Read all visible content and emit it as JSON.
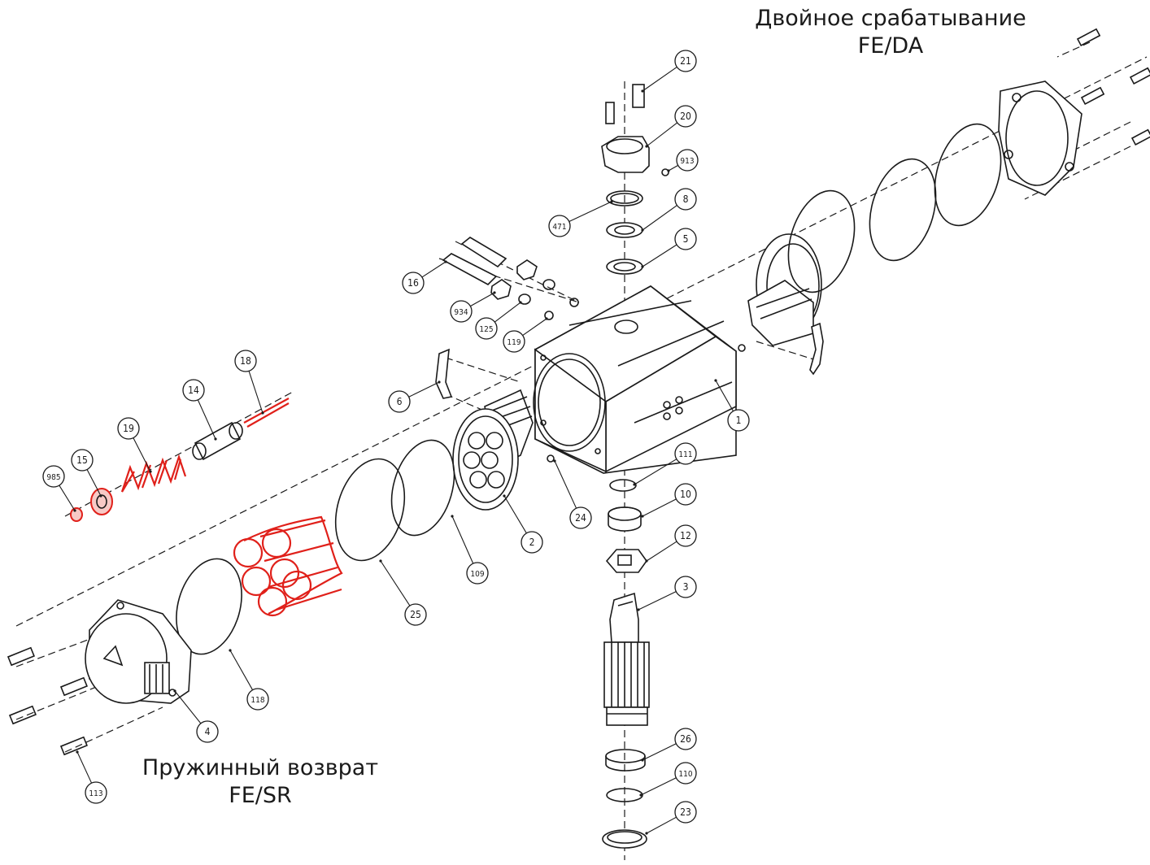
{
  "captions": {
    "double_acting": {
      "line1": "Двойное срабатывание",
      "line2": "FE/DA"
    },
    "spring_return": {
      "line1": "Пружинный возврат",
      "line2": "FE/SR"
    }
  },
  "colors": {
    "line": "#1a1a1a",
    "spring_parts": "#e0201a",
    "background": "#ffffff"
  },
  "callouts": [
    {
      "id": "21",
      "label": "21"
    },
    {
      "id": "20",
      "label": "20"
    },
    {
      "id": "913",
      "label": "913"
    },
    {
      "id": "8",
      "label": "8"
    },
    {
      "id": "471",
      "label": "471"
    },
    {
      "id": "5",
      "label": "5"
    },
    {
      "id": "16",
      "label": "16"
    },
    {
      "id": "934",
      "label": "934"
    },
    {
      "id": "125",
      "label": "125"
    },
    {
      "id": "119",
      "label": "119"
    },
    {
      "id": "18",
      "label": "18"
    },
    {
      "id": "14",
      "label": "14"
    },
    {
      "id": "19",
      "label": "19"
    },
    {
      "id": "15",
      "label": "15"
    },
    {
      "id": "985",
      "label": "985"
    },
    {
      "id": "6",
      "label": "6"
    },
    {
      "id": "1",
      "label": "1"
    },
    {
      "id": "111",
      "label": "111"
    },
    {
      "id": "10",
      "label": "10"
    },
    {
      "id": "24",
      "label": "24"
    },
    {
      "id": "2",
      "label": "2"
    },
    {
      "id": "109",
      "label": "109"
    },
    {
      "id": "12",
      "label": "12"
    },
    {
      "id": "3",
      "label": "3"
    },
    {
      "id": "25",
      "label": "25"
    },
    {
      "id": "118",
      "label": "118"
    },
    {
      "id": "4",
      "label": "4"
    },
    {
      "id": "113",
      "label": "113"
    },
    {
      "id": "26",
      "label": "26"
    },
    {
      "id": "110",
      "label": "110"
    },
    {
      "id": "23",
      "label": "23"
    }
  ]
}
